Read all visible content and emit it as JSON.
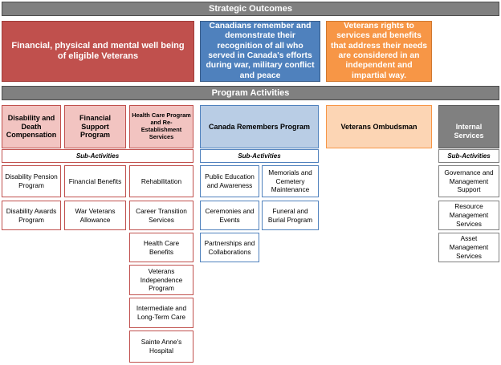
{
  "strategic_outcomes": {
    "title": "Strategic Outcomes",
    "items": [
      "Financial, physical and mental well being of eligible Veterans",
      "Canadians remember and demonstrate their recognition of all who served in Canada's efforts during war, military conflict and peace",
      "Veterans rights to services and benefits that address their needs are considered in an independent and impartial way."
    ]
  },
  "program_activities": {
    "title": "Program Activities",
    "sub_activities_label": "Sub-Activities",
    "programs": [
      {
        "label": "Disability and Death Compensation",
        "sub": [
          "Disability Pension Program",
          "Disability Awards Program"
        ]
      },
      {
        "label": "Financial Support Program",
        "sub": [
          "Financial Benefits",
          "War Veterans Allowance"
        ]
      },
      {
        "label": "Health Care Program and Re-Establishment Services",
        "sub": [
          "Rehabilitation",
          "Career Transition Services",
          "Health Care Benefits",
          "Veterans Independence Program",
          "Intermediate and Long-Term Care",
          "Sainte Anne's Hospital"
        ]
      },
      {
        "label": "Canada Remembers Program",
        "sub": [
          "Public Education and Awareness",
          "Memorials and Cemetery Maintenance",
          "Ceremonies and Events",
          "Funeral and Burial Program",
          "Partnerships and Collaborations"
        ]
      },
      {
        "label": "Veterans Ombudsman",
        "sub": []
      },
      {
        "label": "Internal Services",
        "sub": [
          "Governance and Management Support",
          "Resource Management Services",
          "Asset Management Services"
        ]
      }
    ]
  },
  "colors": {
    "outcome_red": "#c0504d",
    "outcome_blue": "#4f81bd",
    "outcome_orange": "#f79646",
    "header_gray": "#808080"
  }
}
